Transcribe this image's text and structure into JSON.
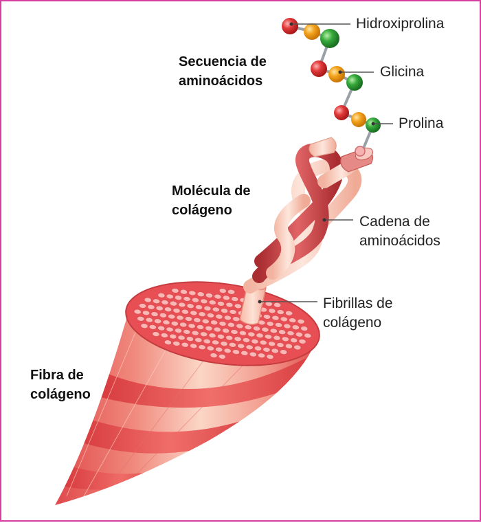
{
  "colors": {
    "frame": "#d63fa0",
    "fiber_red": "#e8595c",
    "fiber_light": "#f6c2ad",
    "strand_dark": "#c94a4c",
    "strand_light": "#f7d3c2",
    "aa_red": "#e23a3a",
    "aa_orange": "#f3a31c",
    "aa_green": "#35a93b"
  },
  "labels": {
    "sequence": [
      "Secuencia de",
      "aminoácidos"
    ],
    "molecule": [
      "Molécula de",
      "colágeno"
    ],
    "fiber": [
      "Fibra de",
      "colágeno"
    ],
    "hydroxyproline": "Hidroxiprolina",
    "glycine": "Glicina",
    "proline": "Prolina",
    "chain": [
      "Cadena de",
      "aminoácidos"
    ],
    "fibrils": [
      "Fibrillas de",
      "colágeno"
    ]
  }
}
